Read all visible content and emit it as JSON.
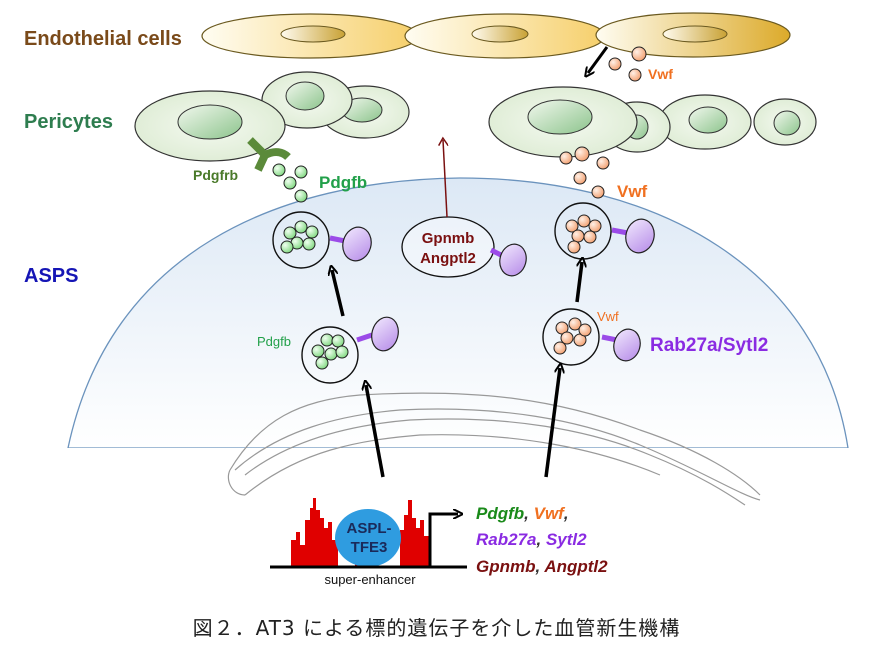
{
  "labels": {
    "endothelial": "Endothelial cells",
    "pericytes": "Pericytes",
    "asps": "ASPS",
    "pdgfrb": "Pdgfrb",
    "pdgfb_top": "Pdgfb",
    "pdgfb_inner": "Pdgfb",
    "vwf_top": "Vwf",
    "vwf_mid": "Vwf",
    "vwf_inner": "Vwf",
    "rab27a_sytl2": "Rab27a/Sytl2",
    "gpnmb": "Gpnmb",
    "angptl2": "Angptl2",
    "aspl": "ASPL-",
    "tfe3": "TFE3",
    "super_enhancer": "super-enhancer"
  },
  "genes": [
    {
      "line": 1,
      "parts": [
        {
          "text": "Pdgfb",
          "color": "#1a8a1a"
        },
        {
          "text": ", ",
          "color": "#333333"
        },
        {
          "text": "Vwf",
          "color": "#f07020"
        },
        {
          "text": ",",
          "color": "#333333"
        }
      ]
    },
    {
      "line": 2,
      "parts": [
        {
          "text": "Rab27a",
          "color": "#8a2be2"
        },
        {
          "text": ", ",
          "color": "#333333"
        },
        {
          "text": "Sytl2",
          "color": "#8a2be2"
        }
      ]
    },
    {
      "line": 3,
      "parts": [
        {
          "text": "Gpnmb",
          "color": "#7a1010"
        },
        {
          "text": ", ",
          "color": "#333333"
        },
        {
          "text": "Angptl2",
          "color": "#7a1010"
        }
      ]
    }
  ],
  "caption": "図２．AT3 による標的遺伝子を介した血管新生機構",
  "colors": {
    "endothelial_text": "#7a4a1a",
    "pericyte_text": "#2e7d4f",
    "asps_text": "#1515b5",
    "pdgfb_green": "#22a04a",
    "vwf_orange": "#f07020",
    "rab_purple": "#8a2be2",
    "gpnmb_red": "#7a1010",
    "pdgfrb_dark_green": "#4a7a2a"
  }
}
